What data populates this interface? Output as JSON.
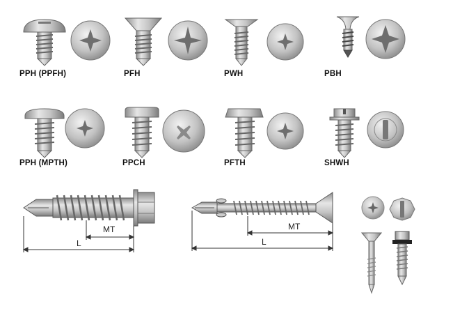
{
  "screw_types": [
    {
      "label": "PPH (PPFH)",
      "head_icon": "pan-head-phillips"
    },
    {
      "label": "PFH",
      "head_icon": "flat-head-phillips"
    },
    {
      "label": "PWH",
      "head_icon": "wafer-head-phillips"
    },
    {
      "label": "PBH",
      "head_icon": "bugle-head-phillips"
    },
    {
      "label": "PPH (MPTH)",
      "head_icon": "modified-truss-head-phillips"
    },
    {
      "label": "PPCH",
      "head_icon": "pan-cheese-head-phillips"
    },
    {
      "label": "PFTH",
      "head_icon": "pan-framing-head-phillips"
    },
    {
      "label": "SHWH",
      "head_icon": "slotted-hex-washer-head"
    }
  ],
  "diagrams": {
    "hex_drill_screw": {
      "mt_label": "MT",
      "l_label": "L"
    },
    "flat_drill_screw": {
      "mt_label": "MT",
      "l_label": "L"
    }
  },
  "colors": {
    "metal": "#c8c8c8",
    "metal_dark": "#7a7a7a",
    "outline": "#555555",
    "dimension_line": "#333333"
  }
}
